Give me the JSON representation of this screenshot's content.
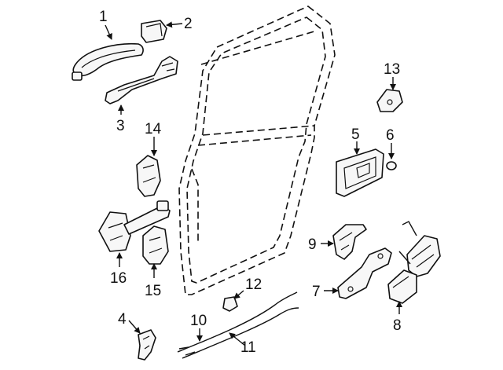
{
  "diagram": {
    "parts": [
      {
        "key": "p1",
        "number": "1"
      },
      {
        "key": "p2",
        "number": "2"
      },
      {
        "key": "p3",
        "number": "3"
      },
      {
        "key": "p4",
        "number": "4"
      },
      {
        "key": "p5",
        "number": "5"
      },
      {
        "key": "p6",
        "number": "6"
      },
      {
        "key": "p7",
        "number": "7"
      },
      {
        "key": "p8",
        "number": "8"
      },
      {
        "key": "p9",
        "number": "9"
      },
      {
        "key": "p10",
        "number": "10"
      },
      {
        "key": "p11",
        "number": "11"
      },
      {
        "key": "p12",
        "number": "12"
      },
      {
        "key": "p13",
        "number": "13"
      },
      {
        "key": "p14",
        "number": "14"
      },
      {
        "key": "p15",
        "number": "15"
      },
      {
        "key": "p16",
        "number": "16"
      }
    ]
  }
}
